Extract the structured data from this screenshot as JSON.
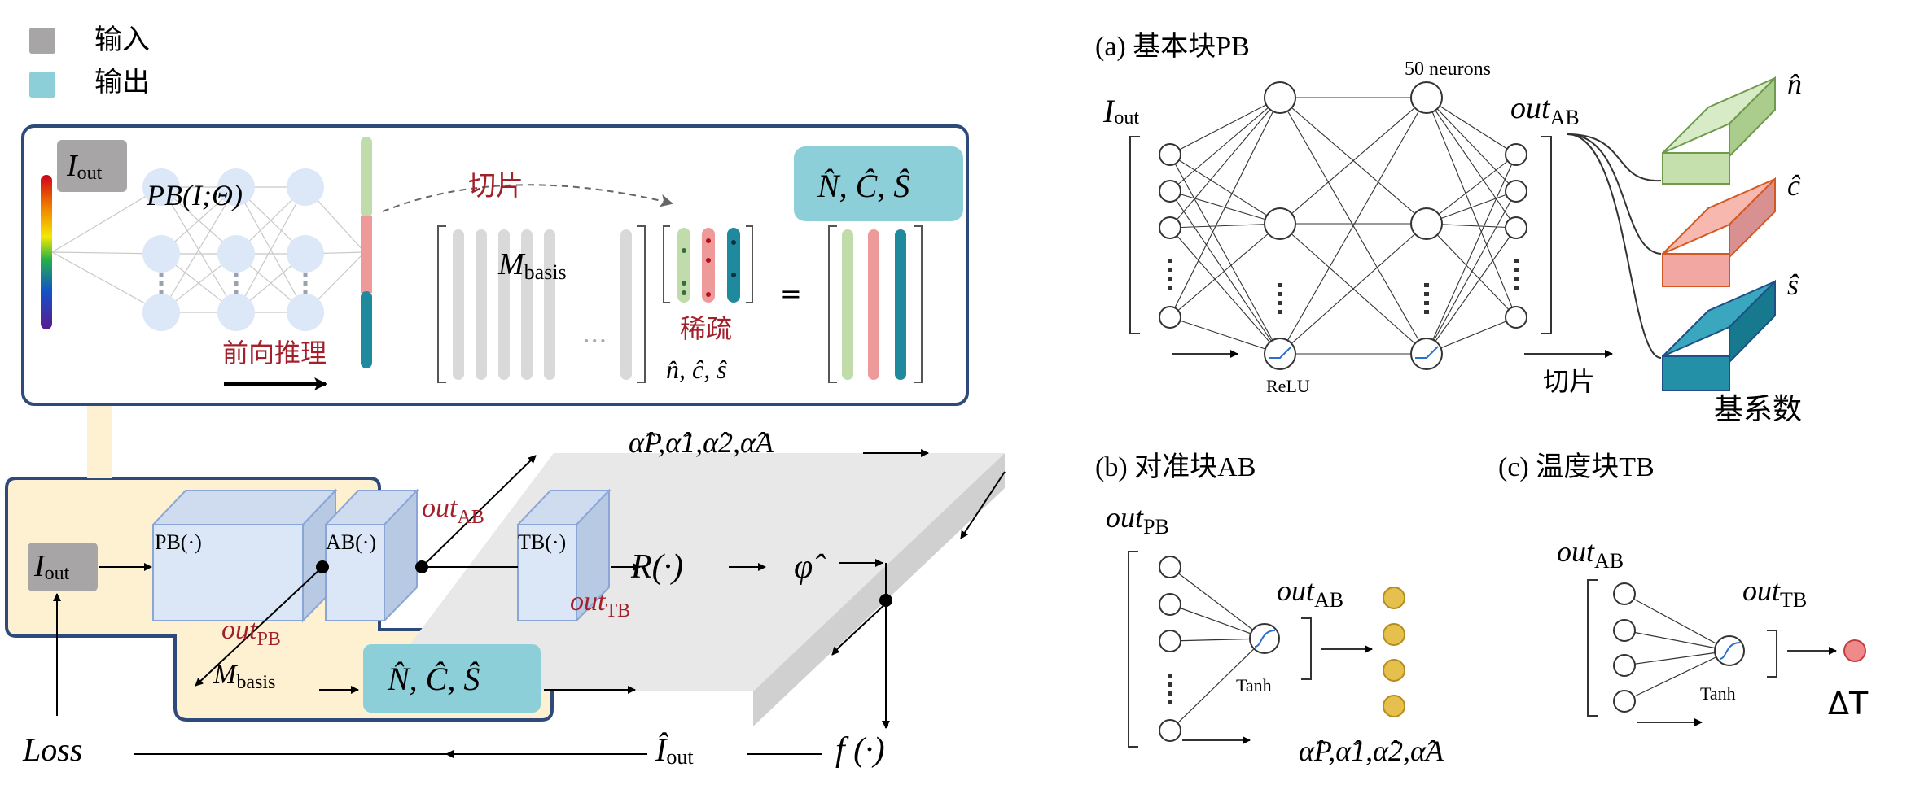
{
  "legend": {
    "input_label": "输入",
    "output_label": "输出",
    "input_color": "#a7a5a5",
    "output_color": "#8ccfd9"
  },
  "colors": {
    "frame_border": "#2d4a7a",
    "yellow_panel": "#fdf1d2",
    "cube_face": "#dbe6f6",
    "cube_edge": "#8aa6d6",
    "red_text": "#a3202a",
    "green_bar": "#bfdcaa",
    "pink_bar": "#ef9a9a",
    "teal_bar": "#1f8a9e",
    "gray_bar": "#d9d9d9"
  },
  "main": {
    "iout_main": "I",
    "iout_sub": "out",
    "pb_func": "PB(I;Θ)",
    "slice_label": "切片",
    "forward_label": "前向推理",
    "mbasis_main": "M",
    "mbasis_sub": "basis",
    "ellipsis": "···",
    "sparse_label": "稀疏",
    "sparse_vars": "n̂, ĉ, ŝ",
    "equals": "=",
    "ncs_box": "N̂, Ĉ, Ŝ"
  },
  "pipeline": {
    "iout_main": "I",
    "iout_sub": "out",
    "pb_label": "PB(·)",
    "ab_label": "AB(·)",
    "tb_label": "TB(·)",
    "out_ab_main": "out",
    "out_ab_sub": "AB",
    "out_pb_main": "out",
    "out_pb_sub": "PB",
    "out_tb_main": "out",
    "out_tb_sub": "TB",
    "alphas": "α̂P,α̂1,α̂2,α̂A",
    "r_func": "R(·)",
    "phi": "φ̂",
    "mbasis_main": "M",
    "mbasis_sub": "basis",
    "ncs_box": "N̂, Ĉ, Ŝ",
    "f_func": "f (·)",
    "iout_hat": "Î",
    "iout_hat_sub": "out",
    "loss": "Loss"
  },
  "panel_a": {
    "title": "(a)  基本块PB",
    "iout_main": "I",
    "iout_sub": "out",
    "neurons_label": "50 neurons",
    "relu_label": "ReLU",
    "out_main": "out",
    "out_sub": "AB",
    "slice_label": "切片",
    "n_hat": "n̂",
    "c_hat": "ĉ",
    "s_hat": "ŝ",
    "basis_coeff": "基系数"
  },
  "panel_b": {
    "title": "(b)  对准块AB",
    "in_main": "out",
    "in_sub": "PB",
    "out_main": "out",
    "out_sub": "AB",
    "act_label": "Tanh",
    "alphas": "α̂P,α̂1,α̂2,α̂A"
  },
  "panel_c": {
    "title": "(c)  温度块TB",
    "in_main": "out",
    "in_sub": "AB",
    "out_main": "out",
    "out_sub": "TB",
    "act_label": "Tanh",
    "delta_t": "ΔT"
  }
}
